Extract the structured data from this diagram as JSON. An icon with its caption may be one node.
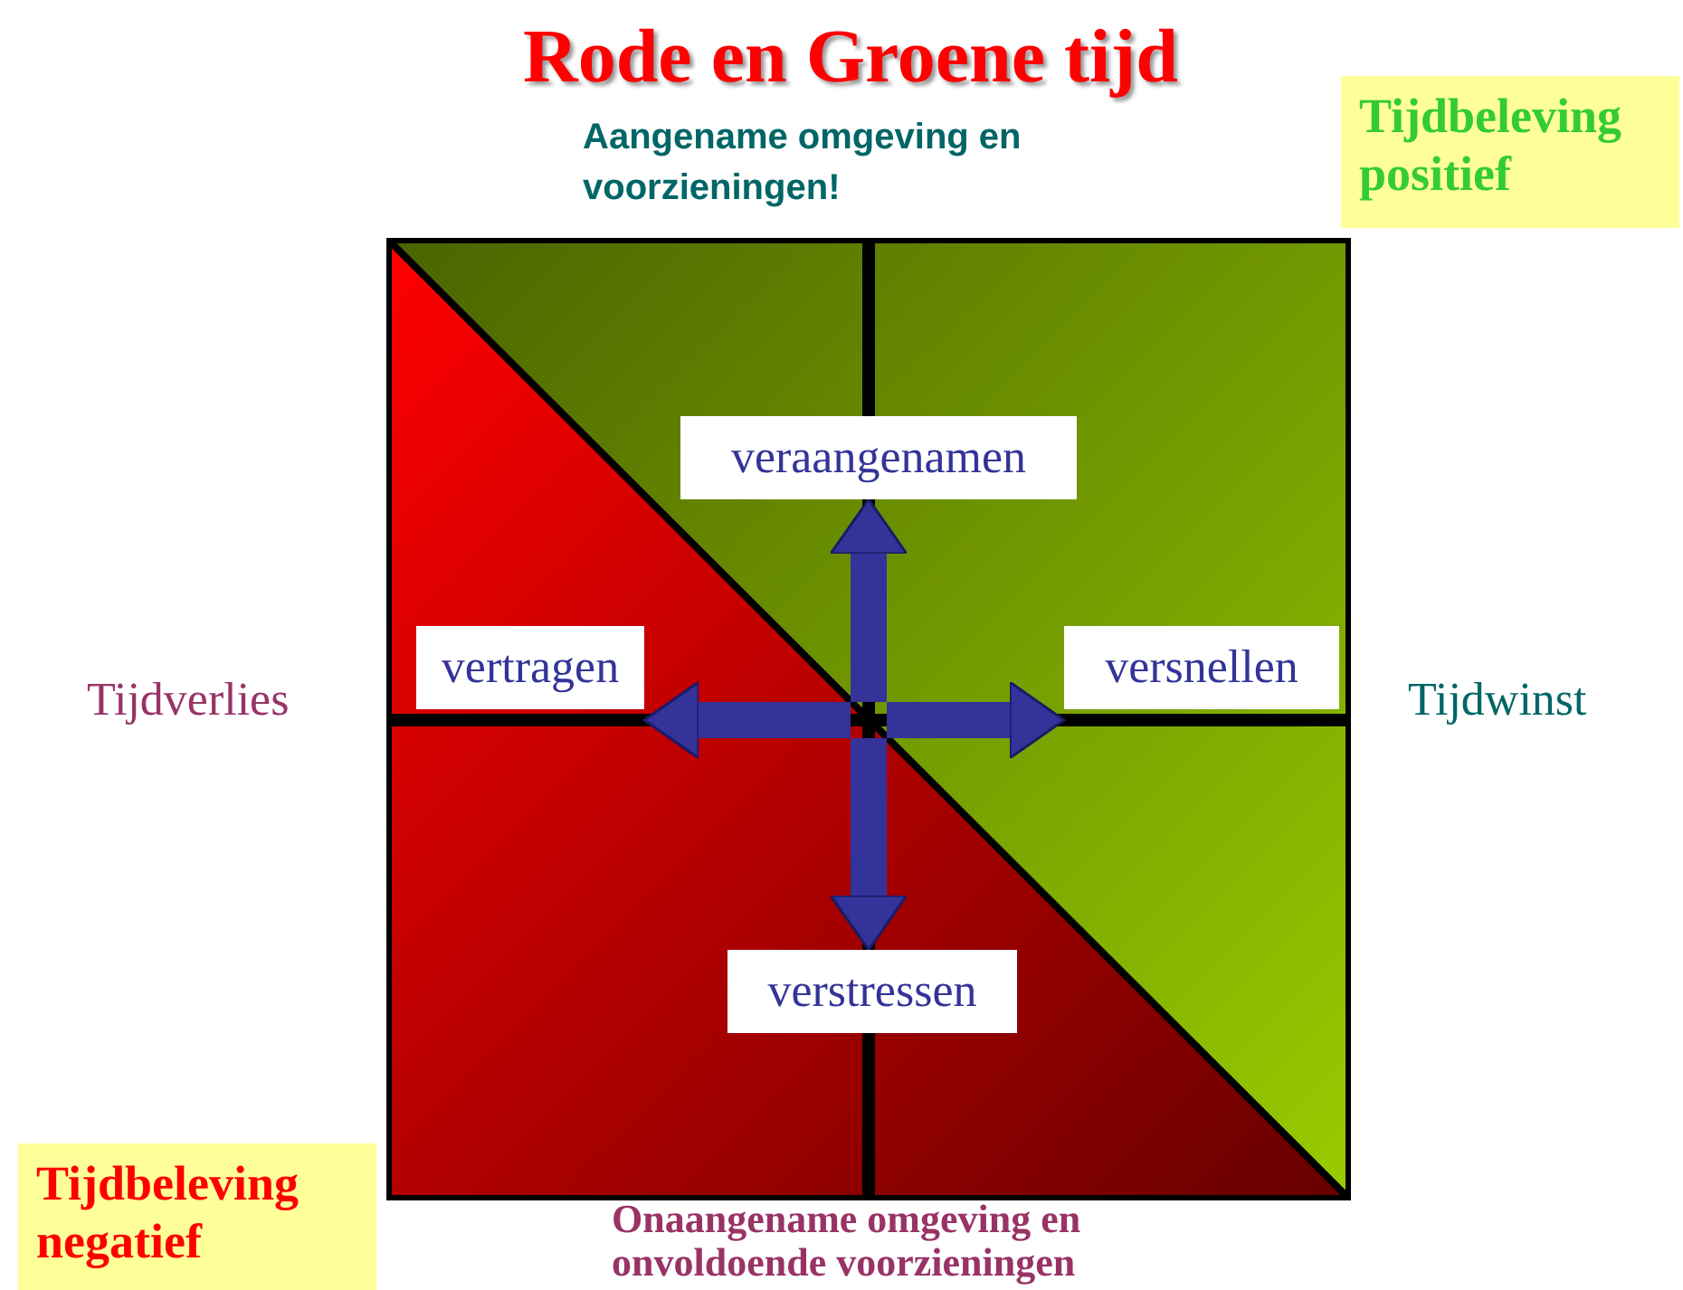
{
  "diagram": {
    "title": "Rode en Groene tijd",
    "nodes": [
      {
        "text": [
          "Tijdbeleving positief"
        ]
      },
      {
        "text": [
          "Tijdbeleving negatief"
        ]
      },
      {
        "text": [
          "veraangenamen"
        ]
      },
      {
        "text": [
          "vertragen"
        ]
      },
      {
        "text": [
          "versnellen"
        ]
      },
      {
        "text": [
          "verstressen"
        ]
      }
    ],
    "edges": [
      {
        "from": null,
        "to": 2,
        "arrow": "to"
      },
      {
        "from": null,
        "to": 3,
        "arrow": "to"
      },
      {
        "from": null,
        "to": 4,
        "arrow": "to"
      },
      {
        "from": null,
        "to": 5,
        "arrow": "to"
      }
    ],
    "labels": [
      "Aangename omgeving en voorzieningen!",
      "Tijdverlies",
      "Tijdwinst",
      "Onaangename omgeving en onvoldoende voorzieningen"
    ]
  }
}
